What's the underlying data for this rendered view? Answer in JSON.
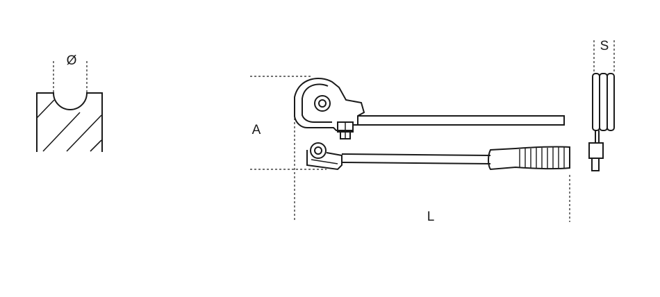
{
  "labels": {
    "diameter": "Ø",
    "height": "A",
    "length": "L",
    "thickness": "S"
  },
  "colors": {
    "line": "#1a1a1a",
    "background": "#ffffff"
  }
}
